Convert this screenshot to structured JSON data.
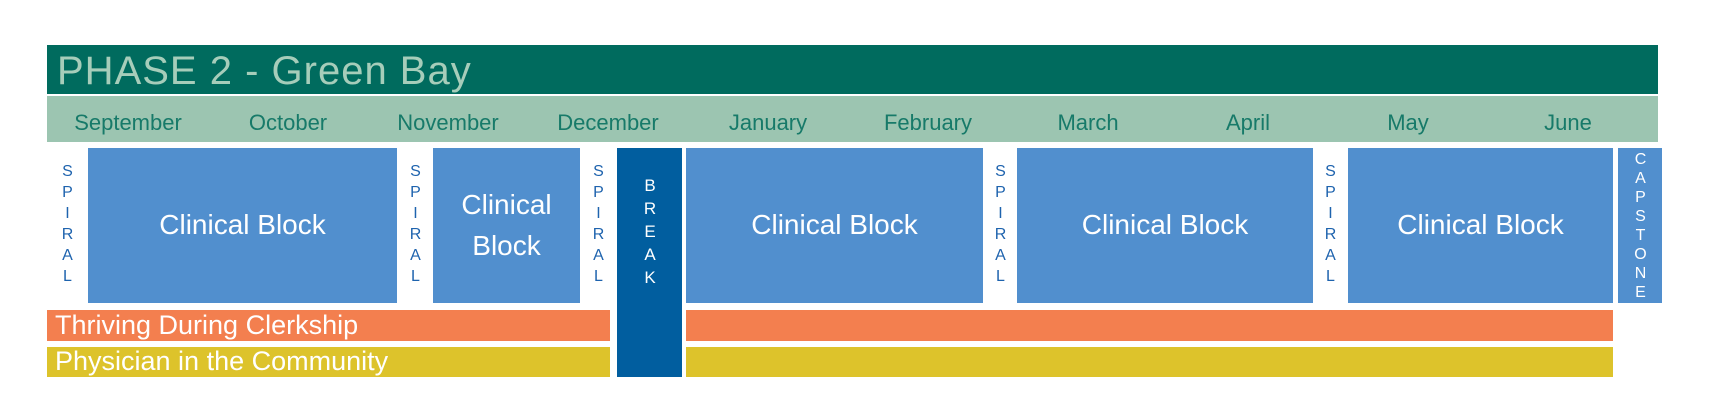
{
  "title": "PHASE 2 - Green Bay",
  "months": [
    "September",
    "October",
    "November",
    "December",
    "January",
    "February",
    "March",
    "April",
    "May",
    "June"
  ],
  "labels": {
    "clinical_block": "Clinical Block",
    "spiral": "SPIRAL",
    "break": "BREAK",
    "capstone": "CAPSTONE"
  },
  "threads": {
    "thriving": "Thriving During Clerkship",
    "physician": "Physician in the Community"
  },
  "colors": {
    "header_teal": "#006B5E",
    "header_title_text": "#A6CDBA",
    "month_bar_green": "#9CC5B1",
    "month_text_teal": "#177A69",
    "clinical_block_blue": "#518FCE",
    "spiral_text_blue": "#1E63AE",
    "break_dark_blue": "#015E9F",
    "thriving_orange": "#F37F4F",
    "physician_yellow": "#DDC32B",
    "block_text_white": "#FFFFFF"
  }
}
